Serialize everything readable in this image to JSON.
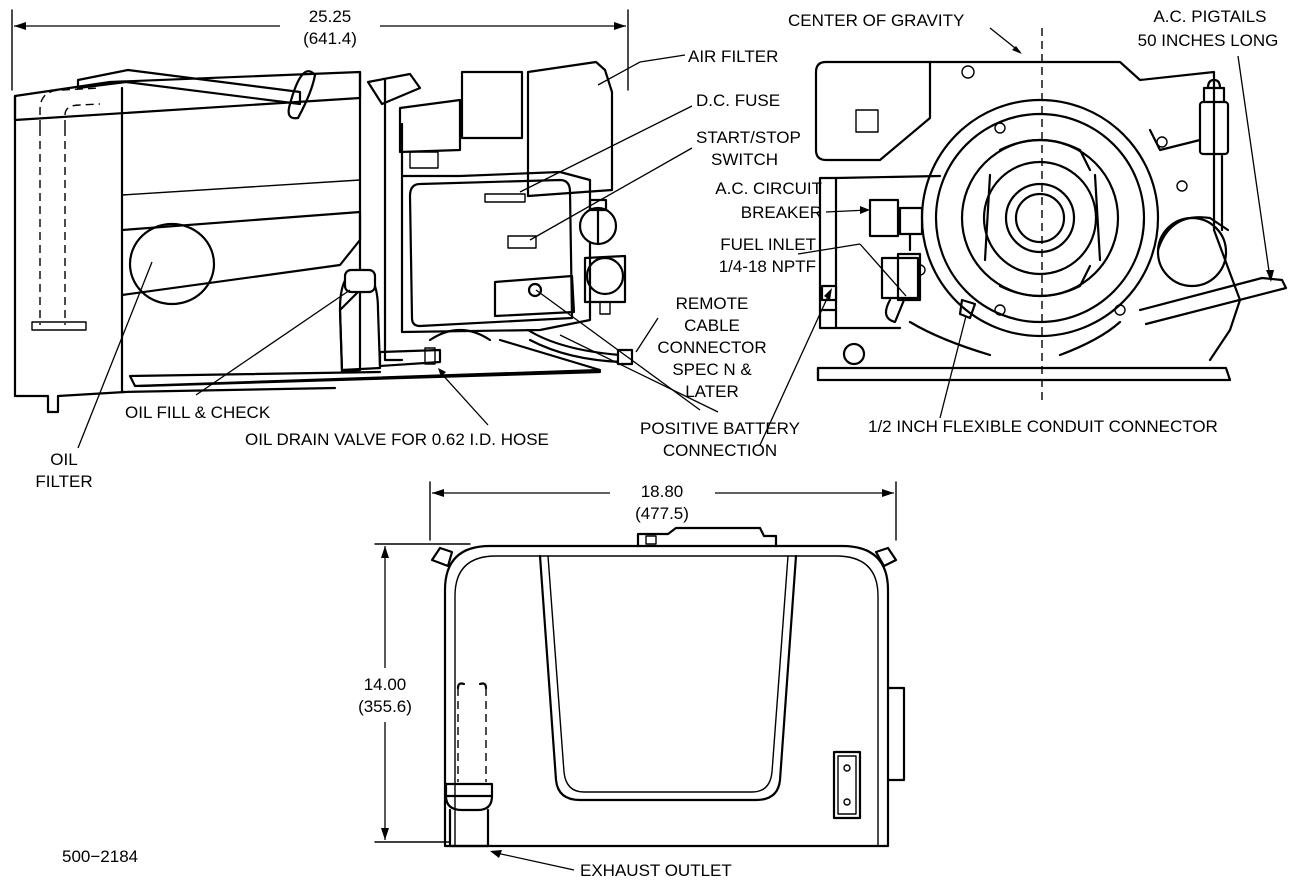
{
  "dimensions": {
    "length": "25.25",
    "length_mm": "(641.4)",
    "width": "18.80",
    "width_mm": "(477.5)",
    "height": "14.00",
    "height_mm": "(355.6)"
  },
  "callouts": {
    "air_filter": "AIR FILTER",
    "dc_fuse": "D.C. FUSE",
    "start_stop_1": "START/STOP",
    "start_stop_2": "SWITCH",
    "ac_breaker_1": "A.C. CIRCUIT",
    "ac_breaker_2": "BREAKER",
    "fuel_inlet_1": "FUEL INLET",
    "fuel_inlet_2": "1/4-18 NPTF",
    "remote_1": "REMOTE",
    "remote_2": "CABLE",
    "remote_3": "CONNECTOR",
    "remote_4": "SPEC N &",
    "remote_5": "LATER",
    "center_of_gravity": "CENTER OF GRAVITY",
    "pigtails_1": "A.C. PIGTAILS",
    "pigtails_2": "50 INCHES LONG",
    "oil_fill": "OIL FILL & CHECK",
    "oil_drain": "OIL DRAIN VALVE FOR 0.62 I.D. HOSE",
    "battery_1": "POSITIVE BATTERY",
    "battery_2": "CONNECTION",
    "conduit": "1/2 INCH FLEXIBLE CONDUIT CONNECTOR",
    "oil_filter_1": "OIL",
    "oil_filter_2": "FILTER",
    "exhaust": "EXHAUST OUTLET"
  },
  "drawing_number": "500−2184"
}
